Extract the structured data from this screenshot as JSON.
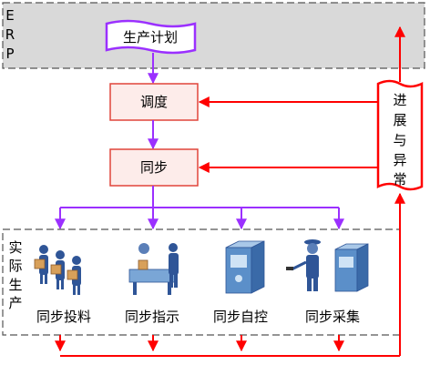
{
  "erp": {
    "letters": [
      "E",
      "R",
      "P"
    ]
  },
  "plan": {
    "label": "生产计划"
  },
  "dispatch": {
    "label": "调度"
  },
  "sync": {
    "label": "同步"
  },
  "progress": {
    "chars": [
      "进",
      "展",
      "与",
      "异",
      "常"
    ]
  },
  "production": {
    "chars": [
      "实",
      "际",
      "生",
      "产"
    ]
  },
  "units": [
    {
      "label": "同步投料",
      "icon": "workers-carrying-boxes-icon"
    },
    {
      "label": "同步指示",
      "icon": "assembly-line-icon"
    },
    {
      "label": "同步自控",
      "icon": "control-server-icon"
    },
    {
      "label": "同步采集",
      "icon": "scanner-person-server-icon"
    }
  ],
  "colors": {
    "purple": "#9b30ff",
    "red": "#ff0000",
    "erp_bg": "#d9d9d9",
    "box_fill": "#fdecea",
    "box_border": "#e0453a"
  }
}
